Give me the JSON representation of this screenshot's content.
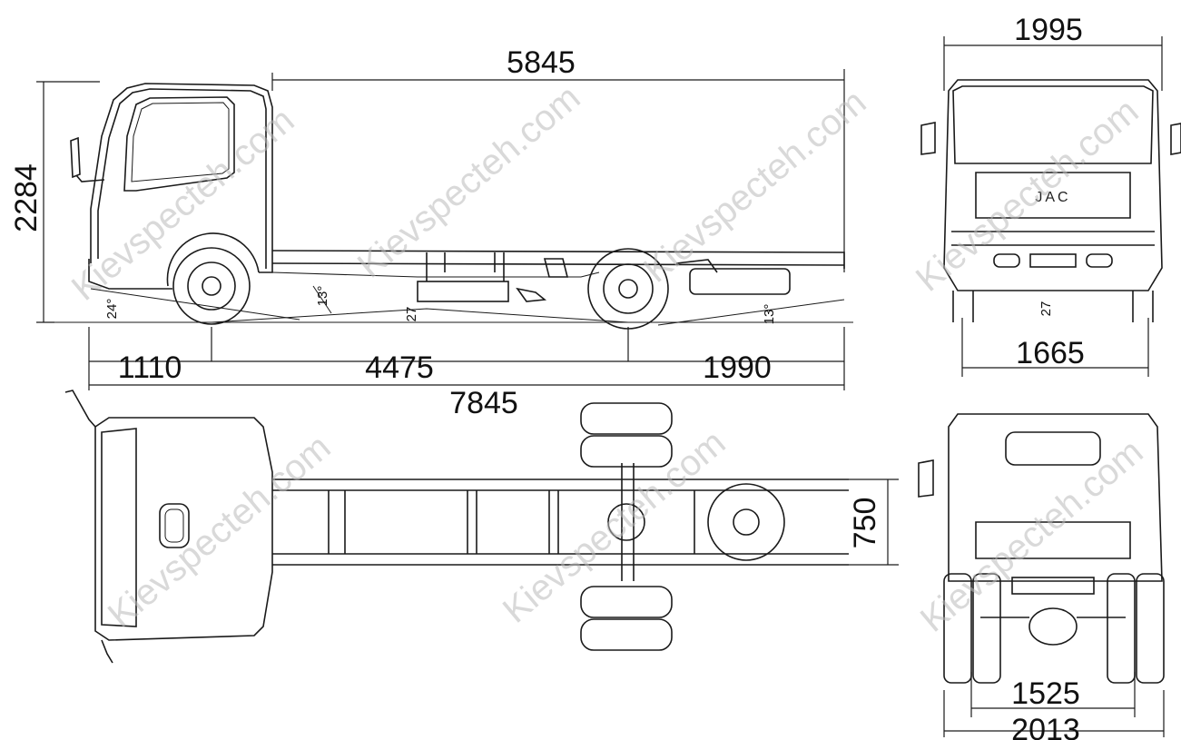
{
  "dimensions": {
    "overall_length": "7845",
    "body_length": "5845",
    "height": "2284",
    "front_overhang": "1110",
    "wheelbase": "4475",
    "rear_overhang": "1990",
    "overall_width": "1995",
    "front_track": "1665",
    "frame_width": "750",
    "rear_track": "1525",
    "rear_width": "2013"
  },
  "angles": {
    "approach": "24°",
    "ramp": "13°",
    "departure": "13°",
    "clearance_side": "27",
    "clearance_front": "27"
  },
  "grille_badge": "JAC",
  "watermark": "Kievspecteh.com"
}
